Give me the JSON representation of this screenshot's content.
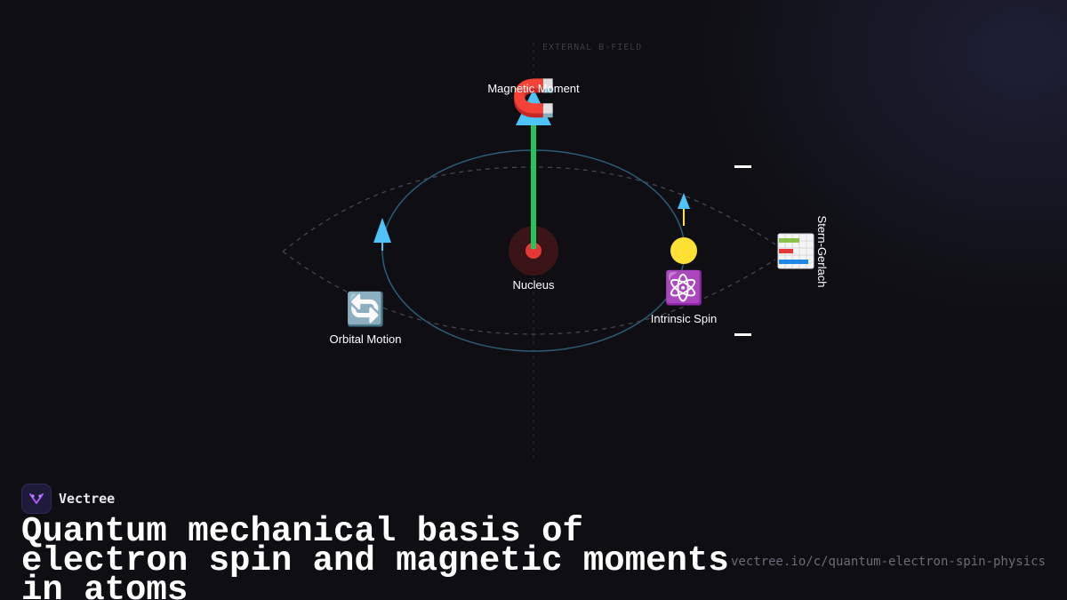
{
  "diagram": {
    "field_label": "EXTERNAL B-FIELD",
    "nodes": {
      "magnetic_moment": {
        "label": "Magnetic Moment",
        "icon": "magnet-icon",
        "glyph": "🧲"
      },
      "nucleus": {
        "label": "Nucleus"
      },
      "orbital_motion": {
        "label": "Orbital Motion",
        "icon": "cycle-arrows-icon",
        "glyph": "🔄"
      },
      "intrinsic_spin": {
        "label": "Intrinsic Spin",
        "icon": "atom-icon",
        "glyph": "⚛️"
      },
      "stern_gerlach": {
        "label": "Stern-Gerlach",
        "icon": "bar-chart-icon"
      }
    },
    "colors": {
      "moment_arrow": "#22c55e",
      "arrow_head": "#4fc3f7",
      "orbit": "#2c5d78",
      "electron": "#ffe135",
      "nucleus": "#e53935"
    }
  },
  "brand": {
    "name": "Vectree"
  },
  "title": "Quantum mechanical basis of electron spin and magnetic moments in atoms",
  "url": "vectree.io/c/quantum-electron-spin-physics"
}
